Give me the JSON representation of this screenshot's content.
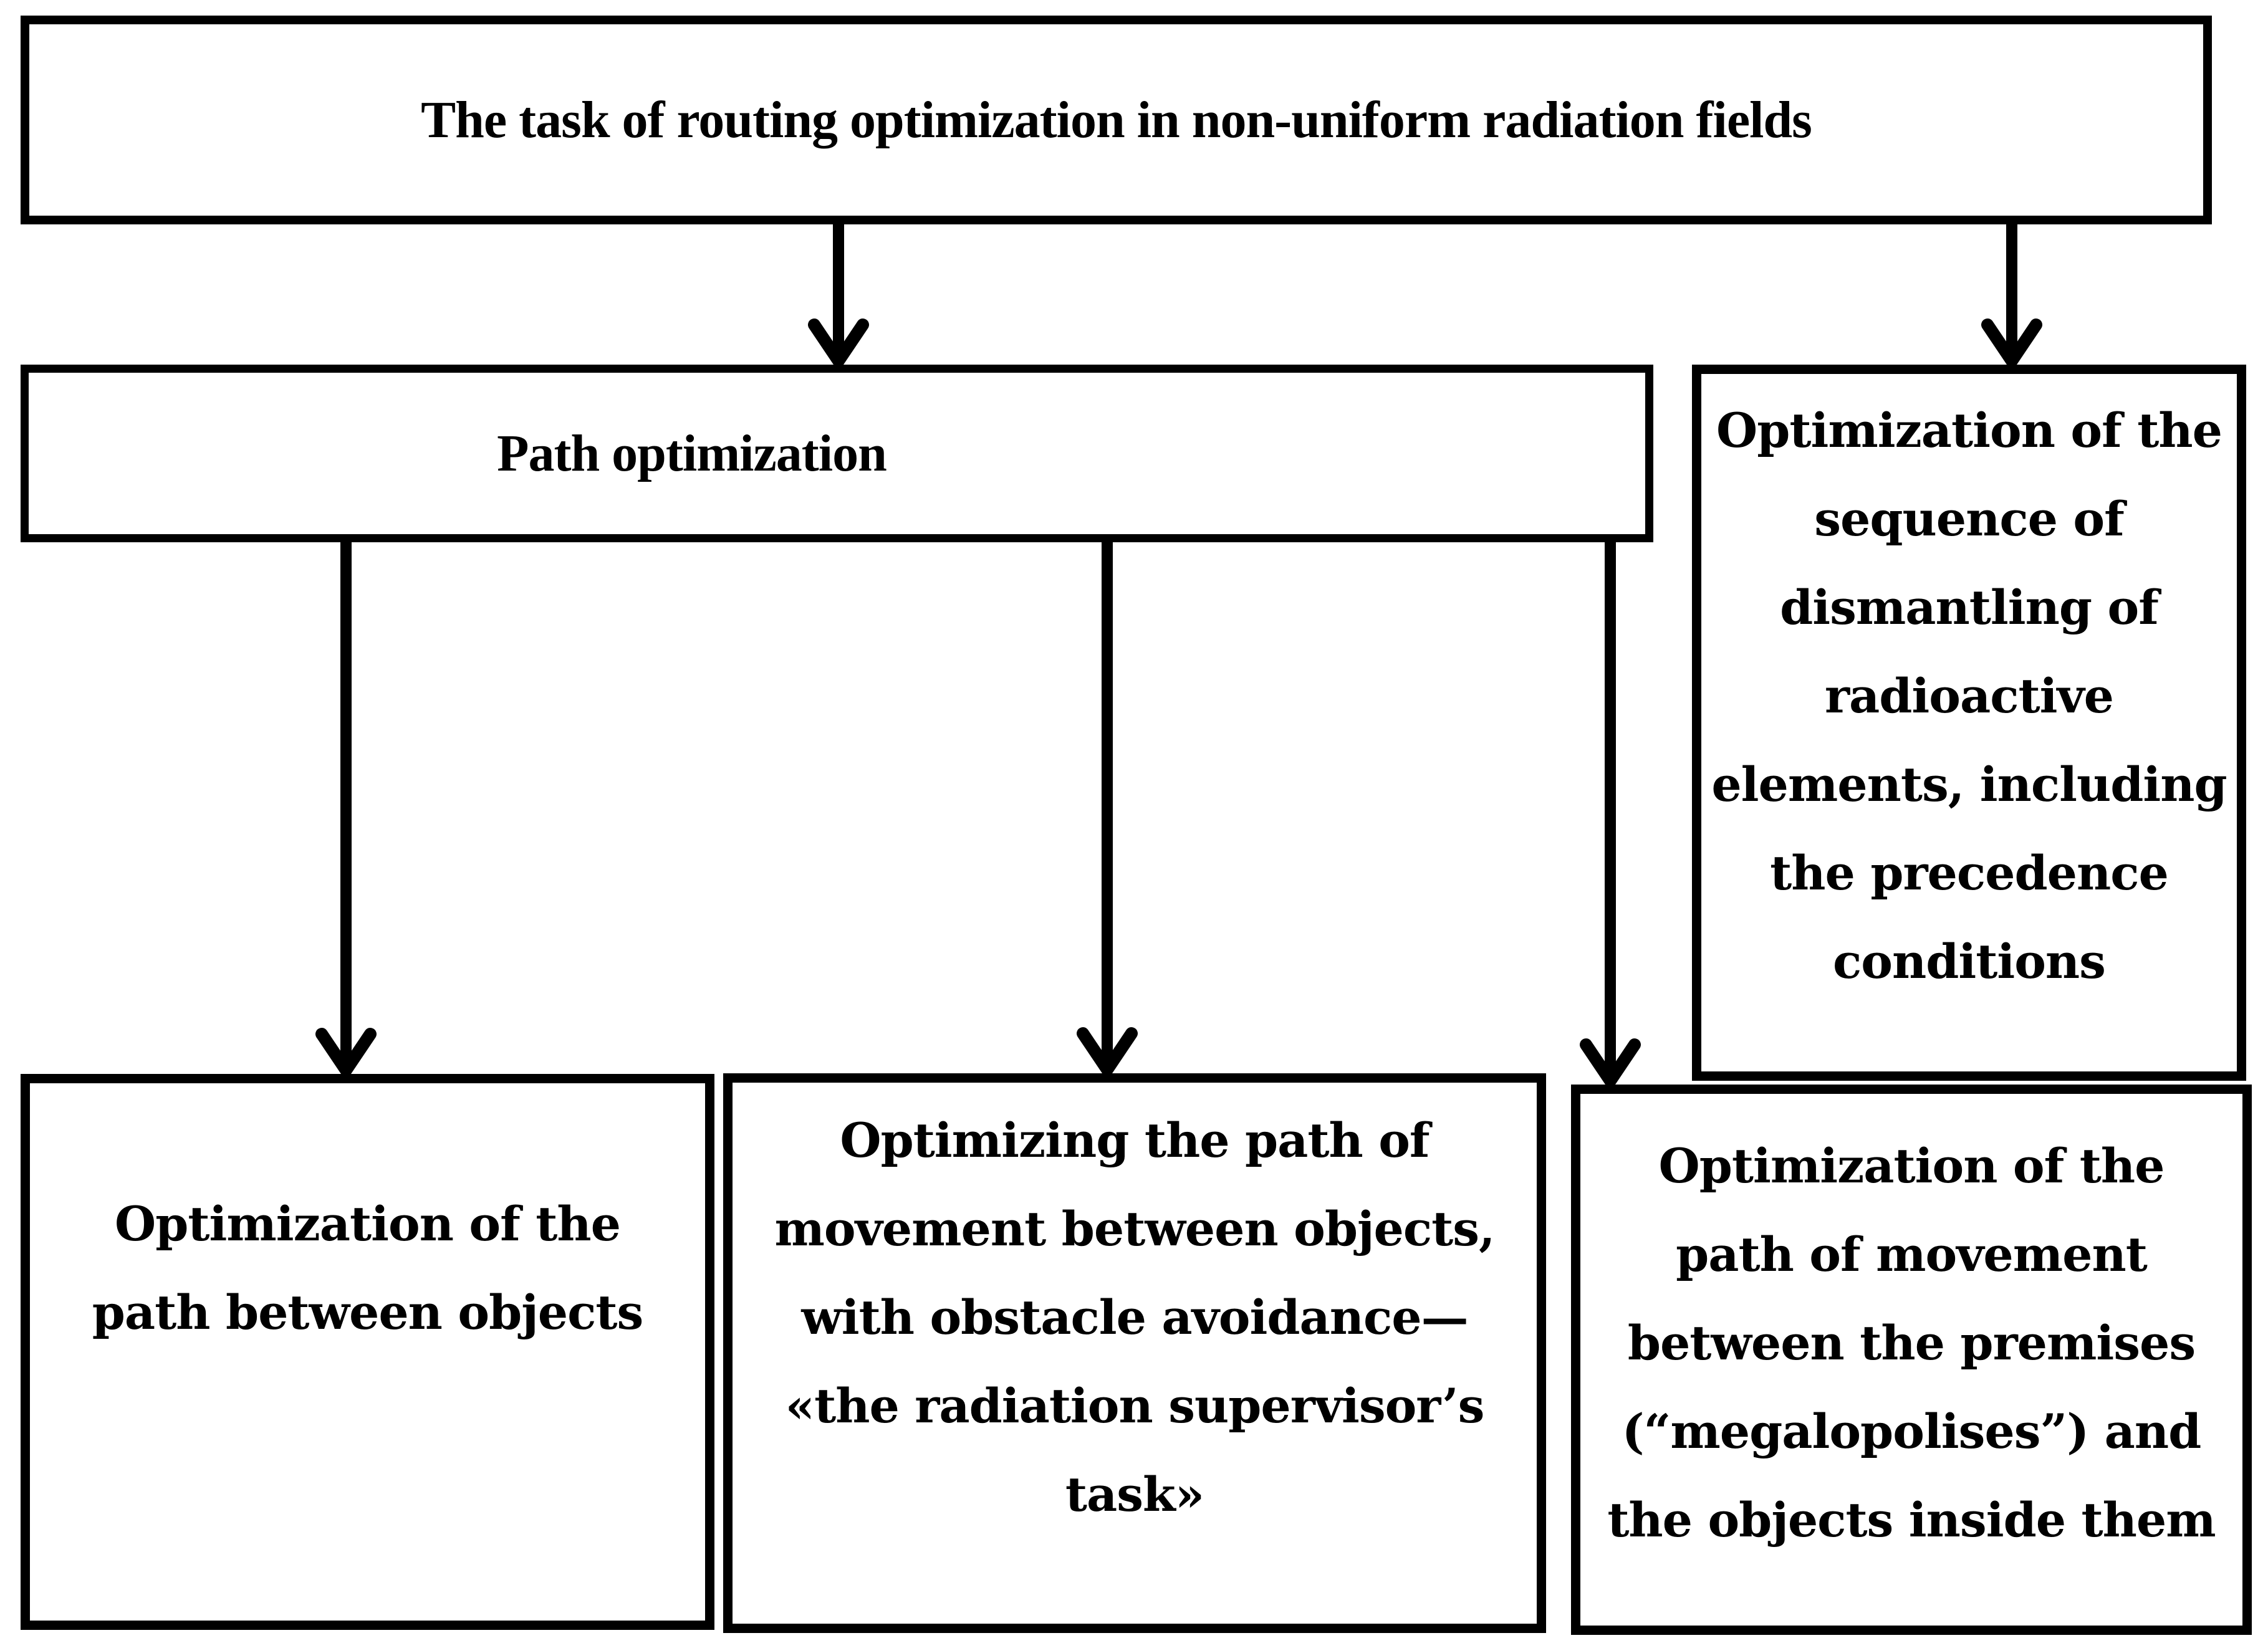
{
  "figure": {
    "type": "flowchart",
    "background_color": "#ffffff",
    "ink_color": "#000000"
  },
  "diagram": {
    "nodes": {
      "root": {
        "id": "root",
        "label": "The task of routing optimization in non-uniform radiation fields"
      },
      "path_optimization": {
        "id": "path_optimization",
        "label": "Path optimization"
      },
      "dismantling_sequence": {
        "id": "dismantling_sequence",
        "label": "Optimization of the\nsequence of\ndismantling of\nradioactive\nelements, including\nthe precedence\nconditions"
      },
      "path_between_objects": {
        "id": "path_between_objects",
        "label": "Optimization of the\npath between objects"
      },
      "obstacle_avoidance": {
        "id": "obstacle_avoidance",
        "label": "Optimizing the path of\nmovement between objects,\nwith obstacle avoidance—\n«the radiation supervisor’s\ntask»"
      },
      "premises_megalopolises": {
        "id": "premises_megalopolises",
        "label": "Optimization of the\npath of movement\nbetween the premises\n(“megalopolises”) and\nthe objects inside them"
      }
    },
    "edges": [
      {
        "from": "root",
        "to": "path_optimization",
        "arrow": "down-chevron"
      },
      {
        "from": "root",
        "to": "dismantling_sequence",
        "arrow": "down-chevron"
      },
      {
        "from": "path_optimization",
        "to": "path_between_objects",
        "arrow": "down-chevron"
      },
      {
        "from": "path_optimization",
        "to": "obstacle_avoidance",
        "arrow": "down-chevron"
      },
      {
        "from": "path_optimization",
        "to": "premises_megalopolises",
        "arrow": "down-chevron"
      }
    ]
  }
}
